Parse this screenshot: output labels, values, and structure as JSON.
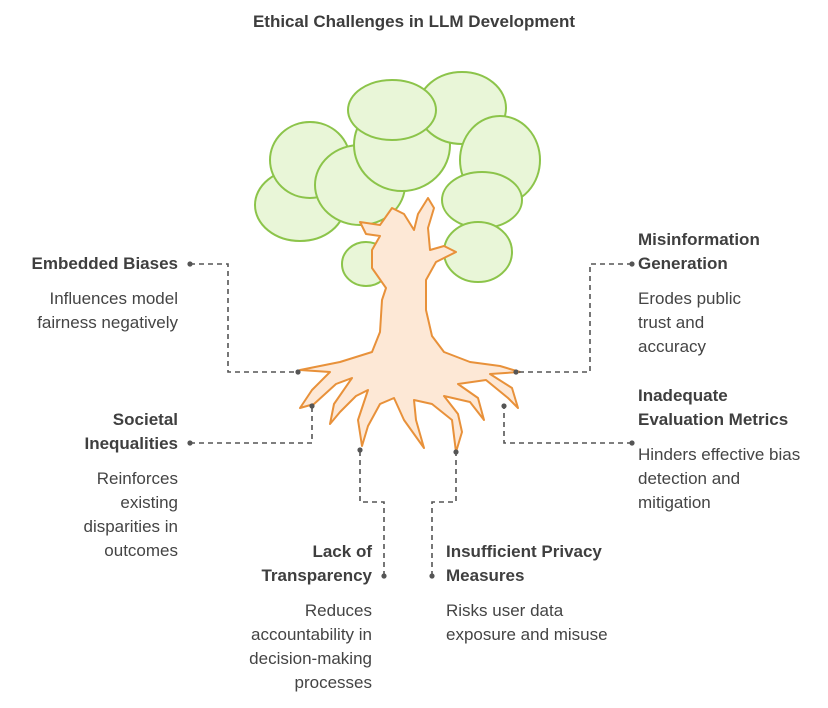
{
  "title": "Ethical Challenges in LLM Development",
  "colors": {
    "foliage_fill": "#e9f6d8",
    "foliage_stroke": "#8cc44a",
    "trunk_fill": "#fde8d6",
    "trunk_stroke": "#e8913a",
    "connector": "#555555"
  },
  "items": [
    {
      "id": "embedded-biases",
      "heading": "Embedded Biases",
      "description": "Influences model fairness negatively"
    },
    {
      "id": "societal-inequalities",
      "heading": "Societal Inequalities",
      "description": "Reinforces existing disparities in outcomes"
    },
    {
      "id": "lack-of-transparency",
      "heading": "Lack of Transparency",
      "description": "Reduces accountability in decision-making processes"
    },
    {
      "id": "insufficient-privacy",
      "heading": "Insufficient Privacy Measures",
      "description": "Risks user data exposure and misuse"
    },
    {
      "id": "inadequate-evaluation",
      "heading": "Inadequate Evaluation Metrics",
      "description": "Hinders effective bias detection and mitigation"
    },
    {
      "id": "misinformation-generation",
      "heading": "Misinformation Generation",
      "description": "Erodes public trust and accuracy"
    }
  ]
}
